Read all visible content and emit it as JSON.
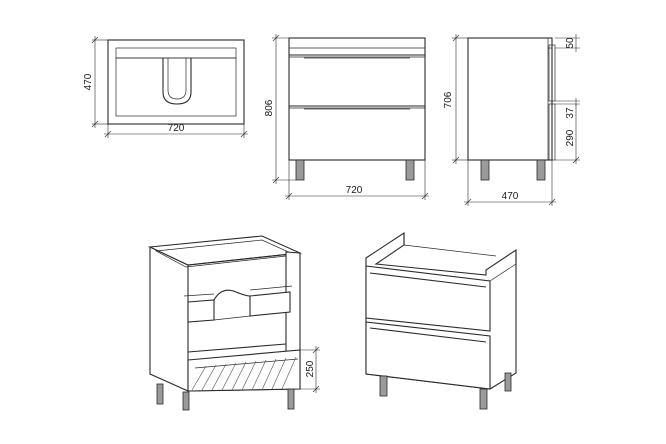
{
  "dimensions": {
    "top_width": "720",
    "top_depth": "470",
    "front_width": "720",
    "front_height": "806",
    "side_height": "706",
    "side_depth": "470",
    "side_top_gap": "50",
    "side_drawer_gap": "37",
    "side_lower_height": "290",
    "iso_drawer_height": "250"
  }
}
